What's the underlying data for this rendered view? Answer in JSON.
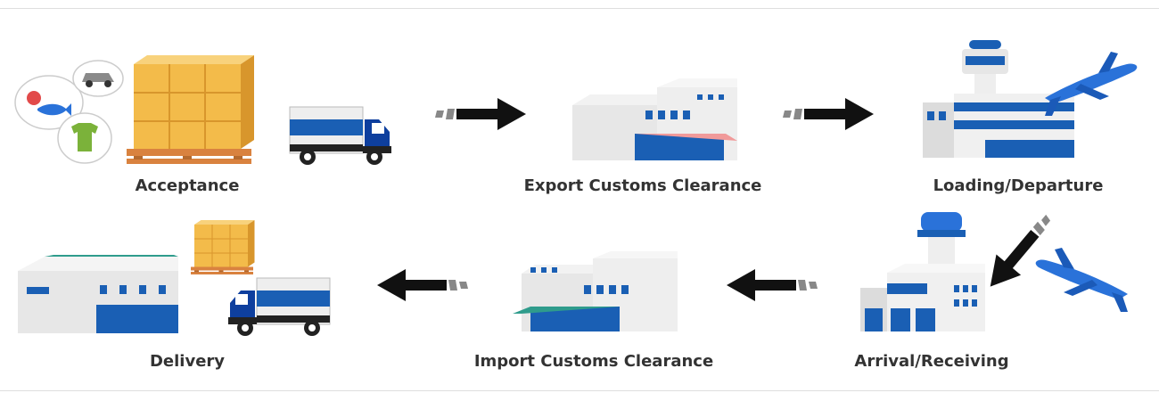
{
  "steps": [
    {
      "id": "acceptance",
      "label": "Acceptance"
    },
    {
      "id": "export",
      "label": "Export Customs Clearance"
    },
    {
      "id": "loading",
      "label": "Loading/Departure"
    },
    {
      "id": "arrival",
      "label": "Arrival/Receiving"
    },
    {
      "id": "import",
      "label": "Import Customs Clearance"
    },
    {
      "id": "delivery",
      "label": "Delivery"
    }
  ],
  "colors": {
    "blue": "#1a5fb4",
    "navy": "#103a8c",
    "box": "#f2b84a",
    "pallet": "#e08a45",
    "arrow": "#111111"
  }
}
